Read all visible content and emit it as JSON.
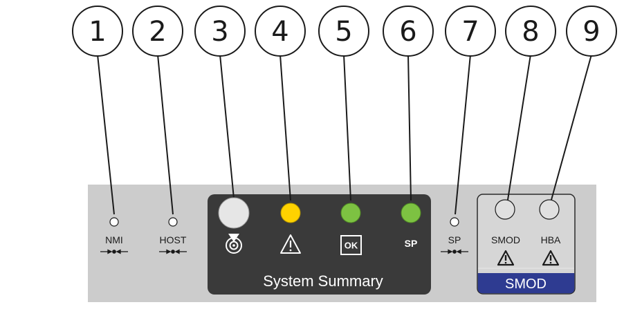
{
  "callouts": [
    "1",
    "2",
    "3",
    "4",
    "5",
    "6",
    "7",
    "8",
    "9"
  ],
  "panel": {
    "nmi_label": "NMI",
    "host_label": "HOST",
    "sp_label": "SP",
    "system_summary_label": "System Summary",
    "sp_led_label": "SP",
    "ok_label": "OK",
    "smod_label": "SMOD",
    "hba_label": "HBA",
    "smod_band_label": "SMOD"
  },
  "colors": {
    "panel_gray": "#cccccc",
    "summary_dark": "#3a3a3a",
    "led_white": "#e6e6e6",
    "led_amber": "#ffd200",
    "led_green": "#7dc242",
    "smod_band": "#2e3b91"
  },
  "icons": [
    "pinhole-button-icon",
    "locator-icon",
    "warning-triangle-icon",
    "ok-icon",
    "smod-warning-icon",
    "hba-warning-icon"
  ]
}
